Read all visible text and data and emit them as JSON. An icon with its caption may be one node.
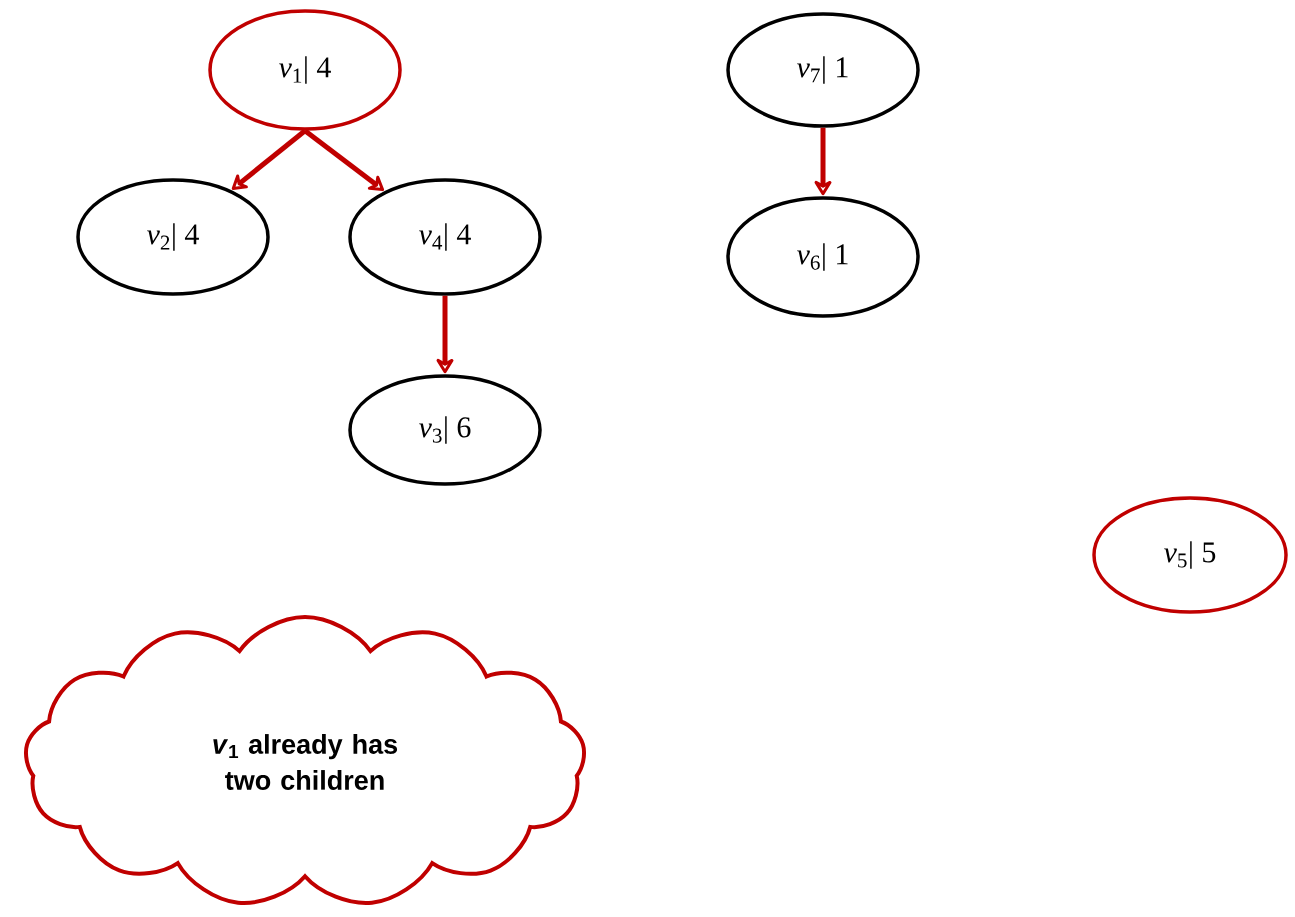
{
  "diagram": {
    "nodes": [
      {
        "text": [
          "*v*$_{1}$| 4"
        ]
      },
      {
        "text": [
          "*v*$_{7}$| 1"
        ]
      },
      {
        "text": [
          "*v*$_{2}$| 4"
        ]
      },
      {
        "text": [
          "*v*$_{4}$| 4"
        ]
      },
      {
        "text": [
          "*v*$_{6}$| 1"
        ]
      },
      {
        "text": [
          "*v*$_{3}$| 6"
        ]
      },
      {
        "text": [
          "*v*$_{5}$| 5"
        ]
      },
      {
        "text": [
          "*v*$_{1}$ already has two children"
        ]
      }
    ],
    "edges": [
      {
        "from": 0,
        "to": 2,
        "arrow": "to"
      },
      {
        "from": 0,
        "to": 3,
        "arrow": "to"
      },
      {
        "from": 3,
        "to": 5,
        "arrow": "to"
      },
      {
        "from": 1,
        "to": 4,
        "arrow": "to"
      }
    ]
  }
}
